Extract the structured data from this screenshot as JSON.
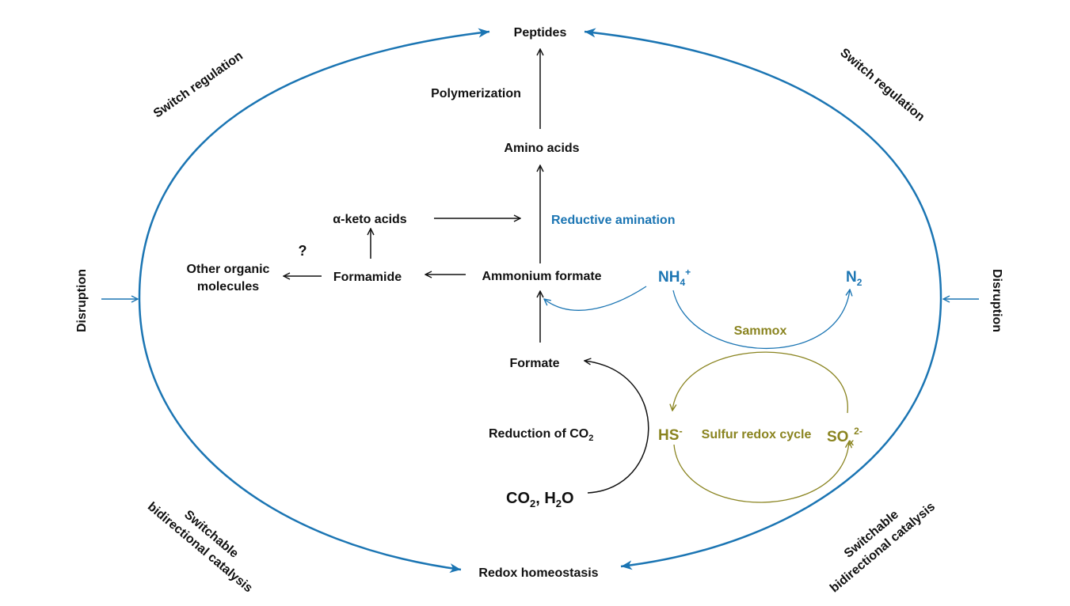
{
  "colors": {
    "blue": "#1b75b3",
    "olive": "#8a8420",
    "black": "#111111"
  },
  "nodes": {
    "peptides": "Peptides",
    "amino_acids": "Amino acids",
    "alpha_keto_acids": "α-keto acids",
    "other_organic_line1": "Other organic",
    "other_organic_line2": "molecules",
    "formamide": "Formamide",
    "ammonium_formate": "Ammonium formate",
    "formate": "Formate",
    "redox_homeostasis": "Redox homeostasis",
    "question_mark": "?",
    "nh4": {
      "base": "NH",
      "sub": "4",
      "sup": "+"
    },
    "n2": {
      "base": "N",
      "sub": "2"
    },
    "hs": {
      "base": "HS",
      "sup": "-"
    },
    "sox": {
      "base": "SO",
      "sub": "x",
      "sup": "2-"
    },
    "co2_h2o": {
      "p1": "CO",
      "s1": "2",
      "p2": ", H",
      "s2": "2",
      "p3": "O"
    }
  },
  "labels": {
    "polymerization": "Polymerization",
    "reductive_amination": "Reductive amination",
    "sammox": "Sammox",
    "sulfur_redox_cycle": "Sulfur redox cycle",
    "reduction_of_co2": {
      "text": "Reduction  of CO",
      "sub": "2"
    },
    "switch_regulation_left": "Switch regulation",
    "switch_regulation_right": "Switch regulation",
    "disruption_left": "Disruption",
    "disruption_right": "Disruption",
    "switchable_left_line1": "Switchable",
    "switchable_left_line2": "bidirectional catalysis",
    "switchable_right_line1": "Switchable",
    "switchable_right_line2": "bidirectional catalysis"
  }
}
